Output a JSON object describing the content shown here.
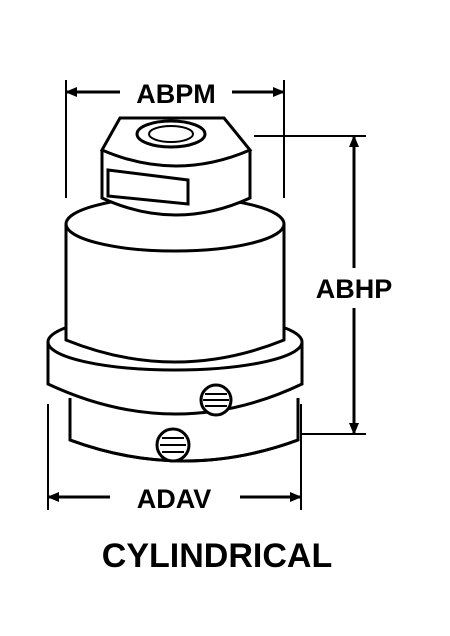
{
  "dimensions": {
    "top_width": "ABPM",
    "height": "ABHP",
    "bottom_width": "ADAV"
  },
  "caption": "CYLINDRICAL",
  "colors": {
    "line": "#000000",
    "background": "#ffffff"
  }
}
